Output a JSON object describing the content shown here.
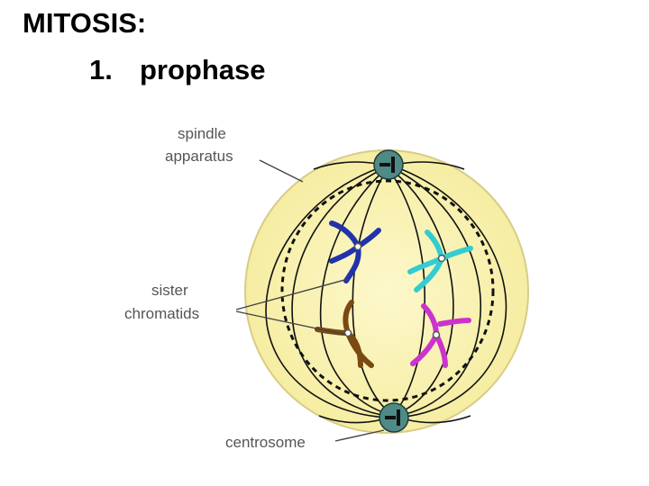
{
  "slide": {
    "title": "MITOSIS:",
    "list_number": "1.",
    "list_text": "prophase"
  },
  "diagram": {
    "labels": {
      "spindle_line1": "spindle",
      "spindle_line2": "apparatus",
      "sister_line1": "sister",
      "sister_line2": "chromatids",
      "centrosome": "centrosome"
    },
    "colors": {
      "cell_fill": "#f8f0a8",
      "cell_center": "#fbf4c4",
      "cell_outline": "#d8cc88",
      "fiber": "#111111",
      "centrosome_fill": "#4f8a86",
      "chromosome_blue": "#2233aa",
      "chromosome_cyan": "#33ccd0",
      "chromosome_brown": "#7a4a12",
      "chromosome_magenta": "#cc33cc",
      "leader_line": "#444444"
    }
  }
}
